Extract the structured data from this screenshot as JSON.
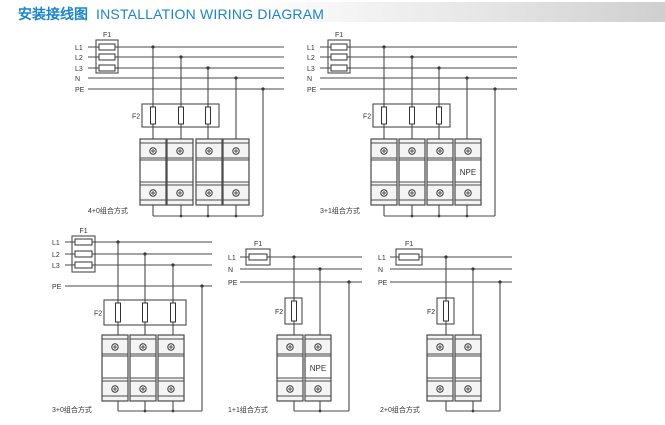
{
  "header": {
    "title_cn": "安装接线图",
    "title_en": "INSTALLATION WIRING DIAGRAM",
    "accent_color": "#1b86c9"
  },
  "diagrams": [
    {
      "id": "4+0",
      "caption": "4+0组合方式",
      "f1_label": "F1",
      "f2_label": "F2",
      "lines": [
        "L1",
        "L2",
        "L3",
        "N",
        "PE"
      ],
      "npe_label": null
    },
    {
      "id": "3+1",
      "caption": "3+1组合方式",
      "f1_label": "F1",
      "f2_label": "F2",
      "lines": [
        "L1",
        "L2",
        "L3",
        "N",
        "PE"
      ],
      "npe_label": "NPE"
    },
    {
      "id": "3+0",
      "caption": "3+0组合方式",
      "f1_label": "F1",
      "f2_label": "F2",
      "lines": [
        "L1",
        "L2",
        "L3",
        "PE"
      ],
      "npe_label": null
    },
    {
      "id": "1+1",
      "caption": "1+1组合方式",
      "f1_label": "F1",
      "f2_label": "F2",
      "lines": [
        "L1",
        "N",
        "PE"
      ],
      "npe_label": "NPE"
    },
    {
      "id": "2+0",
      "caption": "2+0组合方式",
      "f1_label": "F1",
      "f2_label": "F2",
      "lines": [
        "L1",
        "N",
        "PE"
      ],
      "npe_label": null
    }
  ]
}
